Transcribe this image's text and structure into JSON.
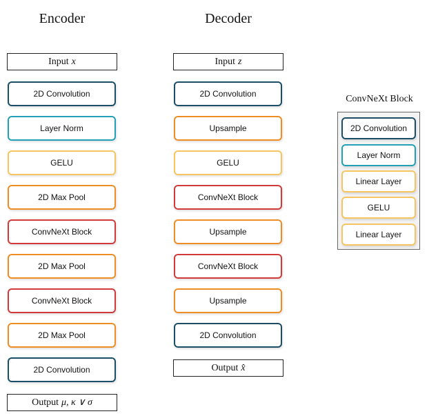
{
  "encoder": {
    "title": "Encoder",
    "input_label": "Input",
    "input_var": "x",
    "blocks": [
      {
        "label": "2D Convolution",
        "kind": "conv"
      },
      {
        "label": "Layer Norm",
        "kind": "norm"
      },
      {
        "label": "GELU",
        "kind": "gelu"
      },
      {
        "label": "2D Max Pool",
        "kind": "pool"
      },
      {
        "label": "ConvNeXt Block",
        "kind": "cnx"
      },
      {
        "label": "2D Max Pool",
        "kind": "pool"
      },
      {
        "label": "ConvNeXt Block",
        "kind": "cnx"
      },
      {
        "label": "2D Max Pool",
        "kind": "pool"
      },
      {
        "label": "2D Convolution",
        "kind": "conv"
      }
    ],
    "output_label": "Output",
    "output_var": "μ, κ ∨ σ"
  },
  "decoder": {
    "title": "Decoder",
    "input_label": "Input",
    "input_var": "z",
    "blocks": [
      {
        "label": "2D Convolution",
        "kind": "conv"
      },
      {
        "label": "Upsample",
        "kind": "up"
      },
      {
        "label": "GELU",
        "kind": "gelu"
      },
      {
        "label": "ConvNeXt Block",
        "kind": "cnx"
      },
      {
        "label": "Upsample",
        "kind": "up"
      },
      {
        "label": "ConvNeXt Block",
        "kind": "cnx"
      },
      {
        "label": "Upsample",
        "kind": "up"
      },
      {
        "label": "2D Convolution",
        "kind": "conv"
      }
    ],
    "output_label": "Output",
    "output_var": "x̂"
  },
  "convnext": {
    "title": "ConvNeXt Block",
    "blocks": [
      {
        "label": "2D Convolution",
        "kind": "conv"
      },
      {
        "label": "Layer Norm",
        "kind": "norm"
      },
      {
        "label": "Linear Layer",
        "kind": "lin"
      },
      {
        "label": "GELU",
        "kind": "gelu"
      },
      {
        "label": "Linear Layer",
        "kind": "lin"
      }
    ]
  },
  "colors": {
    "conv": "#1a4e66",
    "norm": "#22a0b8",
    "gelu": "#f6c561",
    "pool": "#ef8d25",
    "cnx": "#d23a3a",
    "up": "#ef8d25",
    "lin": "#f6c561"
  }
}
